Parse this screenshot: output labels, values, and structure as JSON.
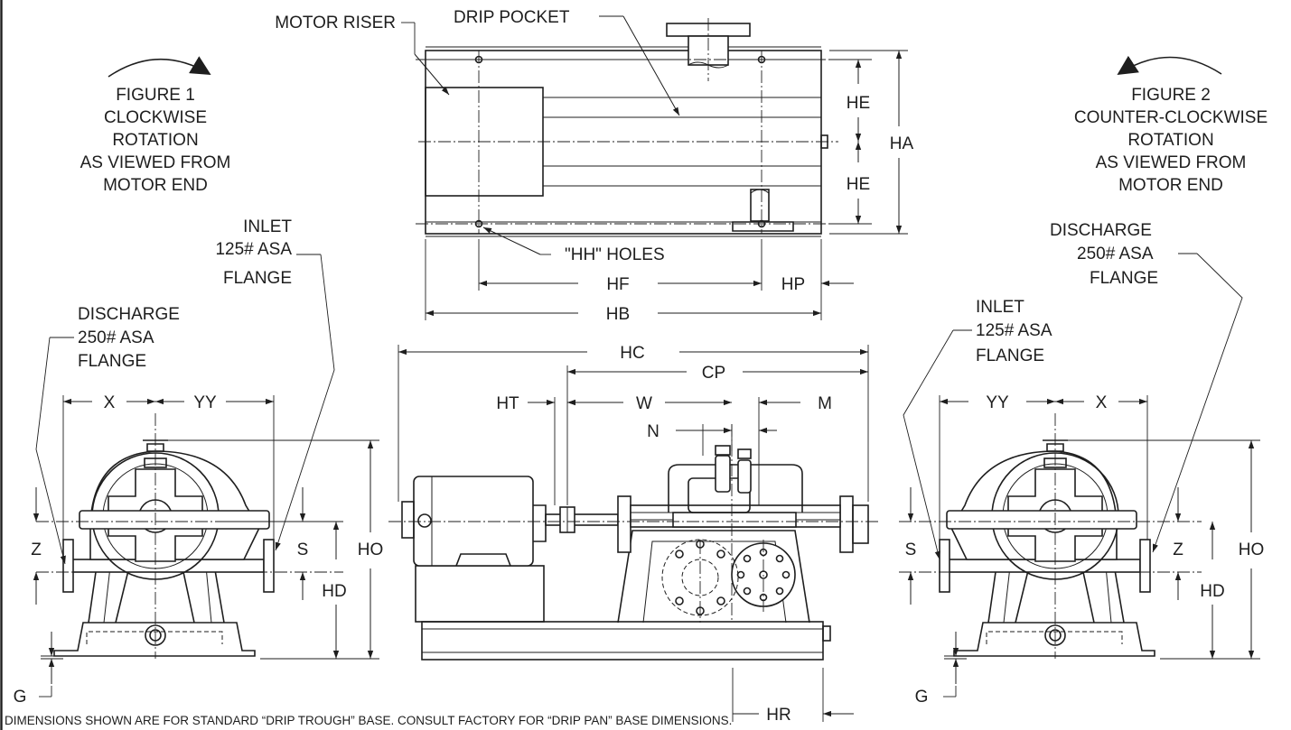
{
  "top_view": {
    "motor_riser": "MOTOR RISER",
    "drip_pocket": "DRIP POCKET",
    "hh_holes": "\"HH\" HOLES",
    "he_upper": "HE",
    "he_lower": "HE",
    "ha": "HA",
    "hf": "HF",
    "hp": "HP",
    "hb": "HB"
  },
  "figure1": {
    "title": "FIGURE 1",
    "line2": "CLOCKWISE",
    "line3": "ROTATION",
    "line4": "AS VIEWED FROM",
    "line5": "MOTOR END"
  },
  "figure2": {
    "title": "FIGURE 2",
    "line2": "COUNTER-CLOCKWISE",
    "line3": "ROTATION",
    "line4": "AS VIEWED FROM",
    "line5": "MOTOR END"
  },
  "left_view": {
    "inlet_1": "INLET",
    "inlet_2": "125# ASA",
    "inlet_3": "FLANGE",
    "discharge_1": "DISCHARGE",
    "discharge_2": "250# ASA",
    "discharge_3": "FLANGE",
    "x": "X",
    "yy": "YY",
    "z": "Z",
    "s": "S",
    "ho": "HO",
    "hd": "HD",
    "g": "G"
  },
  "side_view": {
    "hc": "HC",
    "cp": "CP",
    "ht": "HT",
    "w": "W",
    "m": "M",
    "n": "N",
    "hr": "HR"
  },
  "right_view": {
    "discharge_1": "DISCHARGE",
    "discharge_2": "250# ASA",
    "discharge_3": "FLANGE",
    "inlet_1": "INLET",
    "inlet_2": "125# ASA",
    "inlet_3": "FLANGE",
    "yy": "YY",
    "x": "X",
    "s": "S",
    "z": "Z",
    "ho": "HO",
    "hd": "HD",
    "g": "G"
  },
  "footnote": "DIMENSIONS SHOWN ARE FOR STANDARD “DRIP TROUGH” BASE. CONSULT FACTORY FOR “DRIP PAN” BASE DIMENSIONS."
}
